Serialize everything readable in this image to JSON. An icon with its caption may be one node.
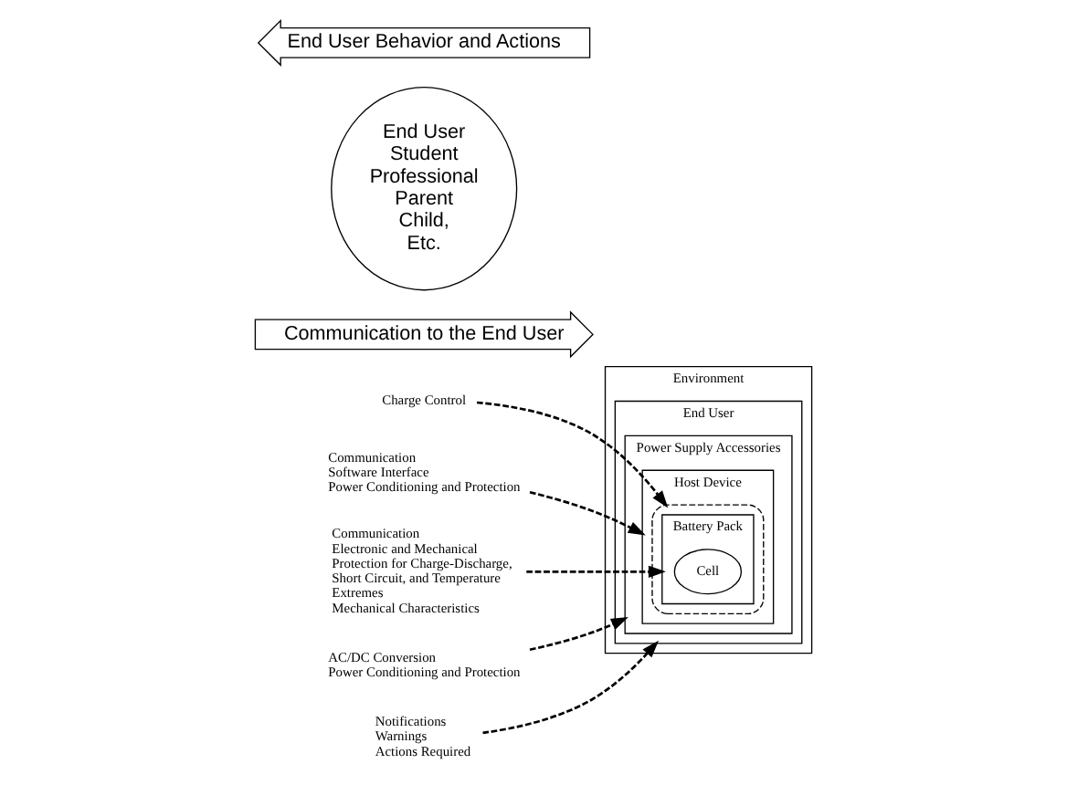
{
  "diagram": {
    "nodes": [
      {
        "text": [
          "Environment"
        ]
      },
      {
        "text": [
          "End User"
        ],
        "in": 0
      },
      {
        "text": [
          "Power Supply Accessories"
        ],
        "in": 1
      },
      {
        "text": [
          "Host Device"
        ],
        "in": 2
      },
      {
        "text": [],
        "shape": "ellipse",
        "in": 3
      },
      {
        "text": [
          "Battery Pack"
        ],
        "in": 4
      },
      {
        "text": [
          "Cell"
        ],
        "in": 5
      },
      {
        "text": [
          "Charge Control"
        ]
      },
      {
        "text": [
          "Communication",
          "Software Interface",
          "Power Conditioning and Protection"
        ]
      },
      {
        "text": [
          "Communication to the End User"
        ]
      },
      {
        "text": [
          "End User",
          "Student",
          "Professional",
          "Parent",
          "Child,",
          "Etc."
        ]
      },
      {
        "text": [
          "Communication",
          "Electronic and Mechanical Protection for Charge-Discharge, Short Circuit, and Temperature Extremes",
          "Mechanical Characteristics"
        ]
      },
      {
        "text": [
          "AC/DC Conversion",
          "Power Conditioning and Protection"
        ]
      },
      {
        "text": [
          "Notifications",
          "Warnings",
          "Actions Required"
        ]
      },
      {
        "text": [
          "End User Behavior and Actions"
        ]
      }
    ],
    "edges": [
      {
        "from": 7,
        "to": 4,
        "arrow": "to",
        "style": "dashed"
      },
      {
        "from": 8,
        "to": 3,
        "arrow": "to",
        "style": "dashed"
      },
      {
        "from": 11,
        "to": 5,
        "arrow": "to",
        "style": "dashed"
      },
      {
        "from": 12,
        "to": 2,
        "arrow": "to",
        "style": "dashed"
      },
      {
        "from": 13,
        "to": 1,
        "arrow": "to",
        "style": "dashed"
      }
    ]
  }
}
